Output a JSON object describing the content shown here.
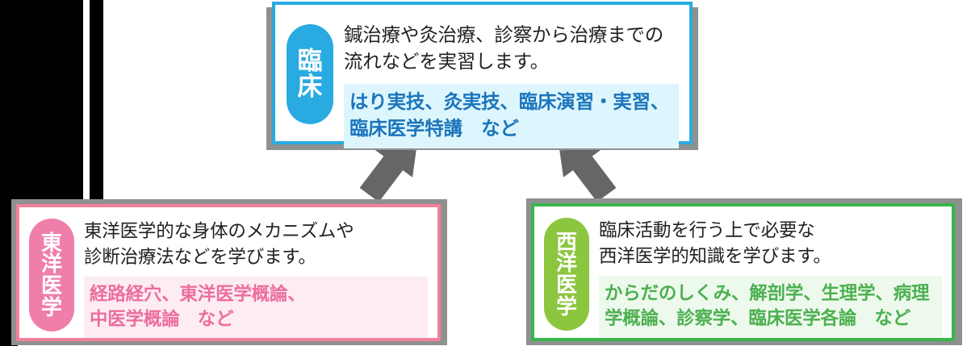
{
  "diagram": {
    "title_semantic": "acupuncture-curriculum-structure",
    "colors": {
      "clinical_border": "#29abe2",
      "clinical_pill": "#29abe2",
      "clinical_subject_text": "#1b75bc",
      "clinical_subject_bg": "#ddf6fd",
      "oriental_border": "#f4809c",
      "oriental_pill": "#ef7eaa",
      "oriental_subject_text": "#ec6d9e",
      "oriental_subject_bg": "#fdecf2",
      "western_border": "#39b54a",
      "western_pill": "#8cc63f",
      "western_subject_text": "#4cb050",
      "western_subject_bg": "#edf9ec",
      "shadow": "#8f9190",
      "arrow": "#666666",
      "body_text": "#231f20"
    }
  },
  "cards": {
    "clinical": {
      "badge_label": "臨床",
      "badge_chars": [
        "臨",
        "床"
      ],
      "description": "鍼治療や灸治療、診察から治療までの\n流れなどを実習します。",
      "subjects": "はり実技、灸実技、臨床演習・実習、\n臨床医学特講　など"
    },
    "oriental": {
      "badge_label": "東洋医学",
      "badge_chars": [
        "東",
        "洋",
        "医",
        "学"
      ],
      "description": "東洋医学的な身体のメカニズムや\n診断治療法などを学びます。",
      "subjects": "経路経穴、東洋医学概論、\n中医学概論　など"
    },
    "western": {
      "badge_label": "西洋医学",
      "badge_chars": [
        "西",
        "洋",
        "医",
        "学"
      ],
      "description": "臨床活動を行う上で必要な\n西洋医学的知識を学びます。",
      "subjects": "からだのしくみ、解剖学、生理学、病理\n学概論、診察学、臨床医学各論　など"
    }
  },
  "arrows": {
    "left": {
      "icon": "arrow-up-right-icon",
      "from": "oriental",
      "to": "clinical"
    },
    "right": {
      "icon": "arrow-up-left-icon",
      "from": "western",
      "to": "clinical"
    }
  }
}
